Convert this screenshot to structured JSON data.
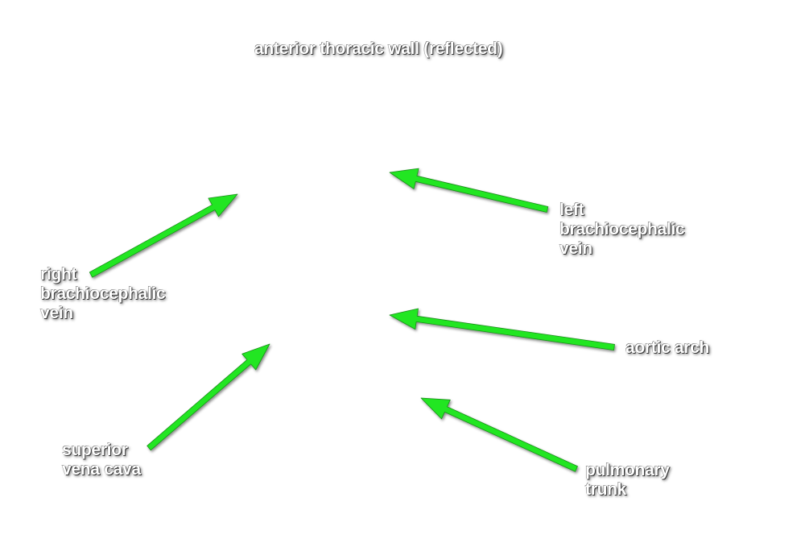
{
  "title": "anterior thoracic wall (reflected)",
  "labels": {
    "left_brachiocephalic_vein": [
      "left",
      "brachiocephalic",
      "vein"
    ],
    "right_brachiocephalic_vein": [
      "right",
      "brachiocephalic",
      "vein"
    ],
    "aortic_arch": [
      "aortic arch"
    ],
    "superior_vena_cava": [
      "superior",
      "vena cava"
    ],
    "pulmonary_trunk": [
      "pulmonary",
      "trunk"
    ]
  },
  "colors": {
    "arrow": "#22e622",
    "arrow_outline": "#1a8f1a",
    "label_text": "#ffffff",
    "background": "#ffffff"
  }
}
